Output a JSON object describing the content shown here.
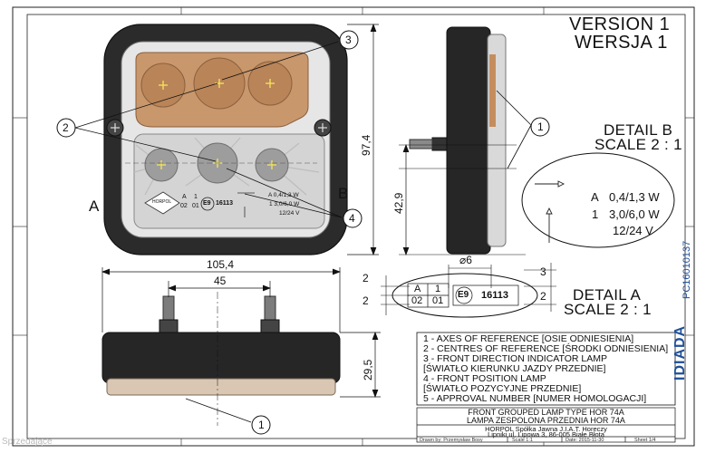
{
  "version": {
    "line1": "VERSION 1",
    "line2": "WERSJA 1"
  },
  "detail_b": {
    "title": "DETAIL B",
    "scale": "SCALE 2 : 1",
    "rows": [
      {
        "a": "A",
        "b": "0,4/1,3 W"
      },
      {
        "a": "1",
        "b": "3,0/6,0 W"
      },
      {
        "a": "",
        "b": "12/24 V"
      }
    ]
  },
  "detail_a": {
    "title": "DETAIL A",
    "scale": "SCALE 2 : 1",
    "diameter": "⌀6",
    "dim2a": "2",
    "dim2b": "2",
    "dim2c": "2",
    "dim3": "3",
    "cells": [
      "A",
      "1",
      "02",
      "01"
    ],
    "approval": "16113",
    "mark": "E9"
  },
  "front": {
    "label_a": "A",
    "label_b": "B",
    "logo": "HORPOL",
    "cells": [
      "A",
      "1",
      "02",
      "01"
    ],
    "mark": "E9",
    "approval": "16113",
    "ratings": [
      "A  0,4/1,3 W",
      "1  3,0/6,0 W",
      "12/24 V"
    ]
  },
  "dimensions": {
    "height": "97,4",
    "center_height": "42,9",
    "width": "105,4",
    "stud_spacing": "45",
    "depth": "29,5"
  },
  "callouts": {
    "c1_top": "1",
    "c2": "2",
    "c3": "3",
    "c4": "4",
    "c1_bottom": "1"
  },
  "legend": [
    "1 - AXES OF REFERENCE [OSIE ODNIESIENIA]",
    "2 - CENTRES OF REFERENCE [ŚRODKI ODNIESIENIA]",
    "3 - FRONT DIRECTION INDICATOR LAMP",
    "[ŚWIATŁO KIERUNKU JAZDY PRZEDNIE]",
    "4 - FRONT POSITION LAMP",
    "[ŚWIATŁO POZYCYJNE PRZEDNIE]",
    "5 - APPROVAL NUMBER [NUMER HOMOLOGACJI]"
  ],
  "title_block": {
    "title1": "FRONT GROUPED LAMP TYPE HOR 74A",
    "title2": "LAMPA ZESPOLONA PRZEDNIA HOR 74A",
    "company": "HORPOL Spółka Jawna   J.I.A.T. Horeczy",
    "address": "Lipniki ul. Lipowa 3, 86-005 Białe Błota",
    "drawn_by": "Drawn by: Przemysław Bosy",
    "scale": "Scale 1:1",
    "date": "Date: 2015-11-30",
    "sheet": "Sheet 1/4"
  },
  "side_code": "PC16010137",
  "brand": "IDIADA",
  "watermark": "Sprzedające"
}
